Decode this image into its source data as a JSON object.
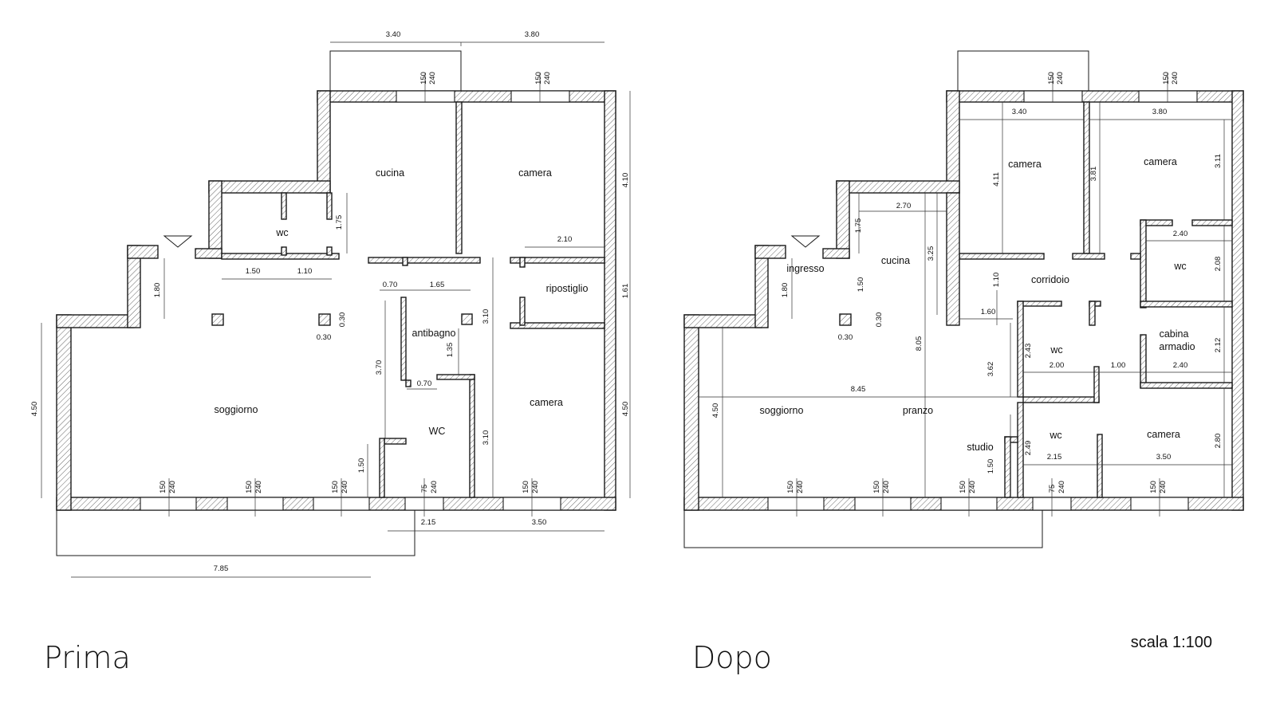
{
  "titles": {
    "before": "Prima",
    "after": "Dopo",
    "scale": "scala 1:100"
  },
  "before": {
    "rooms": {
      "cucina": "cucina",
      "camera_top": "camera",
      "wc_small": "wc",
      "ripostiglio": "ripostiglio",
      "antibagno": "antibagno",
      "soggiorno": "soggiorno",
      "wc_big": "WC",
      "camera_bottom": "camera"
    },
    "dims": {
      "top_a": "3.40",
      "top_b": "3.80",
      "right_a": "4.10",
      "right_b": "1.61",
      "right_c": "4.50",
      "left": "4.50",
      "bottom_total": "7.85",
      "bottom_a": "2.15",
      "bottom_b": "3.50",
      "wc_w1": "1.50",
      "wc_w2": "1.10",
      "wc_h": "1.75",
      "entry_h": "1.80",
      "col_w": "0.30",
      "col_h": "0.30",
      "cam_w": "2.10",
      "anti_w1": "0.70",
      "anti_w2": "1.65",
      "anti_h": "1.35",
      "door_w": "0.70",
      "ripo_h": "3.10",
      "cam_h": "3.10",
      "wall_h": "3.70",
      "step_h": "1.50",
      "win1_a": "150",
      "win1_b": "240",
      "win2_a": "150",
      "win2_b": "240",
      "win3_a": "150",
      "win3_b": "240",
      "win4_a": "150",
      "win4_b": "240",
      "win5_a": "150",
      "win5_b": "240",
      "win6_a": "75",
      "win6_b": "240",
      "win7_a": "150",
      "win7_b": "240"
    }
  },
  "after": {
    "rooms": {
      "ingresso": "ingresso",
      "cucina": "cucina",
      "camera_a": "camera",
      "camera_b": "camera",
      "corridoio": "corridoio",
      "wc_a": "wc",
      "cabina": "cabina",
      "armadio": "armadio",
      "wc_b": "wc",
      "soggiorno": "soggiorno",
      "pranzo": "pranzo",
      "studio": "studio",
      "wc_c": "wc",
      "camera_c": "camera"
    },
    "dims": {
      "cam_a_w": "3.40",
      "cam_b_w": "3.80",
      "cam_a_h": "4.11",
      "cam_a_h2": "3.81",
      "cam_b_h": "3.11",
      "cucina_w": "2.70",
      "cucina_h": "1.75",
      "cucina_h2": "3.25",
      "entry_h": "1.80",
      "corr_h": "1.10",
      "corr_w": "1.60",
      "pass_h": "1.50",
      "col_h": "0.30",
      "col_w": "0.30",
      "total_h": "8.05",
      "wc_a_w": "2.40",
      "wc_a_h": "2.08",
      "cab_w": "2.40",
      "cab_h": "2.12",
      "wc_b_w": "2.00",
      "wc_b_h": "2.43",
      "gap": "1.00",
      "soggiorno_w": "8.45",
      "left_h": "4.50",
      "studio_h": "3.62",
      "wc_c_h": "2.49",
      "wc_c_w": "2.15",
      "cam_c_w": "3.50",
      "cam_c_h": "2.80",
      "studio_h2": "1.50",
      "win1_a": "150",
      "win1_b": "240",
      "win2_a": "150",
      "win2_b": "240",
      "win3_a": "150",
      "win3_b": "240",
      "win4_a": "150",
      "win4_b": "240",
      "win5_a": "150",
      "win5_b": "240",
      "win6_a": "75",
      "win6_b": "240",
      "win7_a": "150",
      "win7_b": "240"
    }
  }
}
